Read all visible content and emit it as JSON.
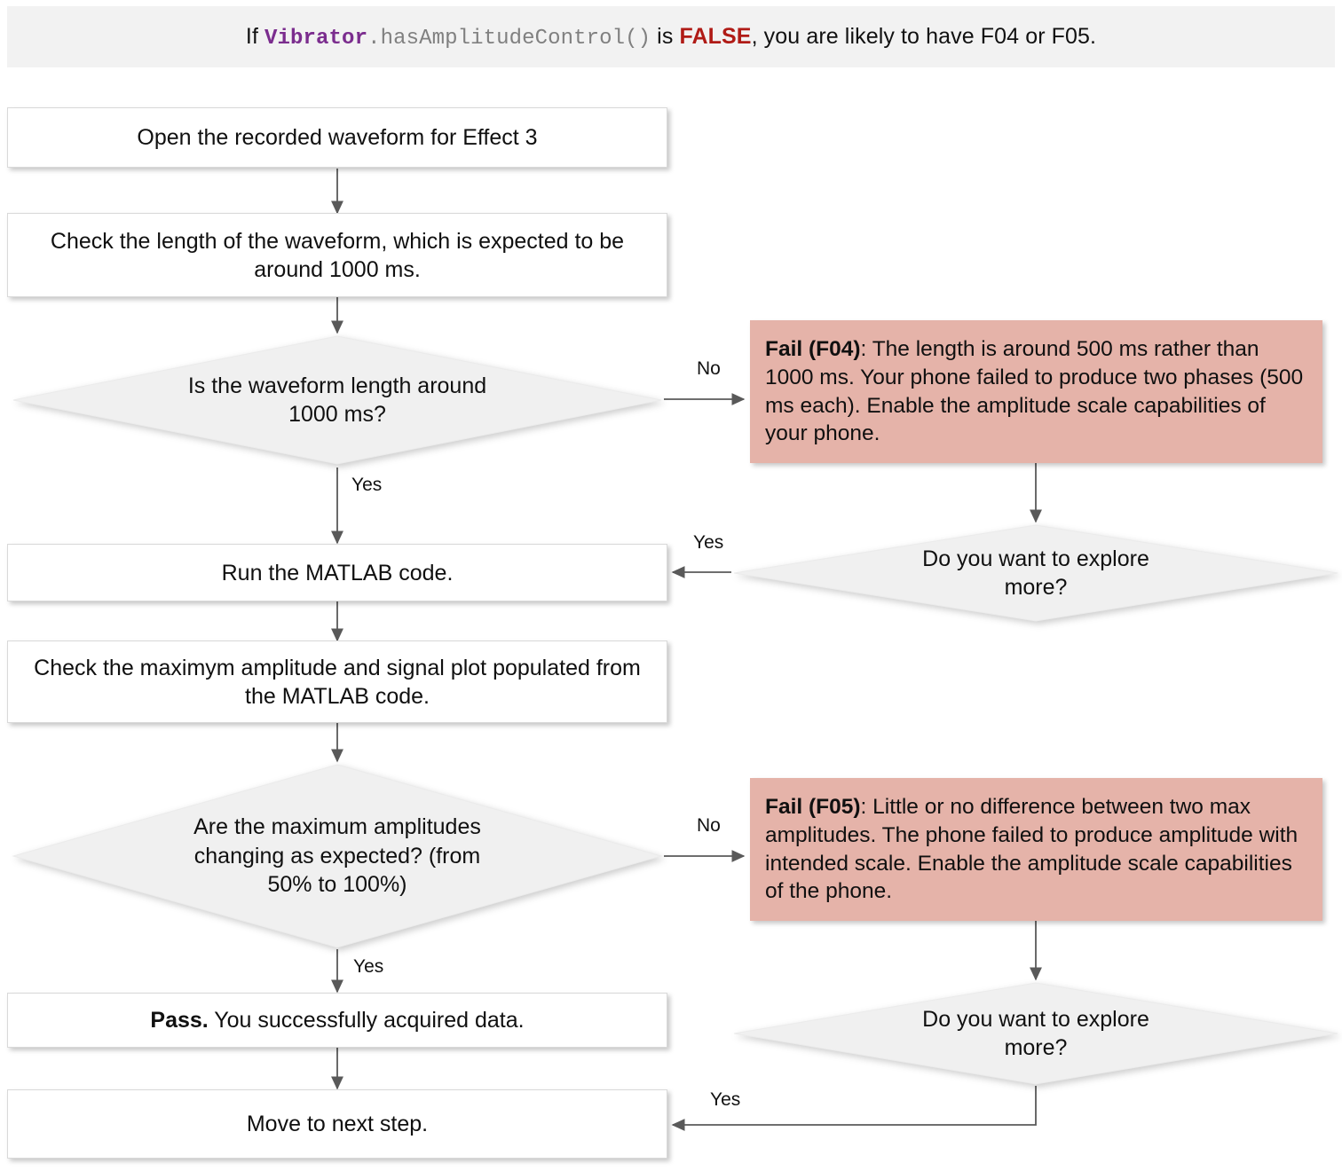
{
  "header": {
    "prefix": "If ",
    "code_class": "Vibrator",
    "code_method": ".hasAmplitudeControl()",
    "middle": " is ",
    "keyword": "FALSE",
    "suffix": ", you are likely to have F04 or F05.",
    "background": "#f2f2f2",
    "class_color": "#7b2d8e",
    "method_color": "#808080",
    "keyword_color": "#b01b16"
  },
  "colors": {
    "process_fill": "#ffffff",
    "process_border": "#d9d9d9",
    "decision_fill": "#f0f0f0",
    "decision_border": "#e6e6e6",
    "fail_fill": "#e5b3a9",
    "connector": "#595959",
    "text": "#101010"
  },
  "nodes": {
    "open_waveform": {
      "type": "process",
      "text": "Open the recorded waveform for Effect 3"
    },
    "check_length": {
      "type": "process",
      "text": "Check the length of the waveform, which is expected to be around 1000 ms."
    },
    "decision_length": {
      "type": "decision",
      "text": "Is the waveform length around 1000 ms?"
    },
    "fail_f04": {
      "type": "fail",
      "label": "Fail (F04)",
      "separator": ": ",
      "text": "The length is around 500 ms rather than 1000 ms. Your phone failed to produce two phases (500 ms each). Enable the amplitude scale capabilities of your phone."
    },
    "explore_more_1": {
      "type": "decision",
      "text": "Do you want to explore more?"
    },
    "run_matlab": {
      "type": "process",
      "text": "Run the MATLAB code."
    },
    "check_amplitude": {
      "type": "process",
      "text": "Check the maximym amplitude and signal plot populated from the MATLAB code."
    },
    "decision_amplitudes": {
      "type": "decision",
      "text": "Are the maximum amplitudes changing as expected? (from 50% to 100%)"
    },
    "fail_f05": {
      "type": "fail",
      "label": "Fail (F05)",
      "separator": ": ",
      "text": "Little or no difference between two max amplitudes. The phone failed to produce amplitude with intended scale. Enable the amplitude scale capabilities of the phone."
    },
    "explore_more_2": {
      "type": "decision",
      "text": "Do you want to explore more?"
    },
    "pass": {
      "type": "process",
      "label": "Pass.",
      "text": " You successfully acquired data."
    },
    "move_next": {
      "type": "process",
      "text": "Move to next step."
    }
  },
  "edge_labels": {
    "length_no": "No",
    "length_yes": "Yes",
    "explore1_yes": "Yes",
    "amplitudes_no": "No",
    "amplitudes_yes": "Yes",
    "explore2_yes": "Yes"
  }
}
